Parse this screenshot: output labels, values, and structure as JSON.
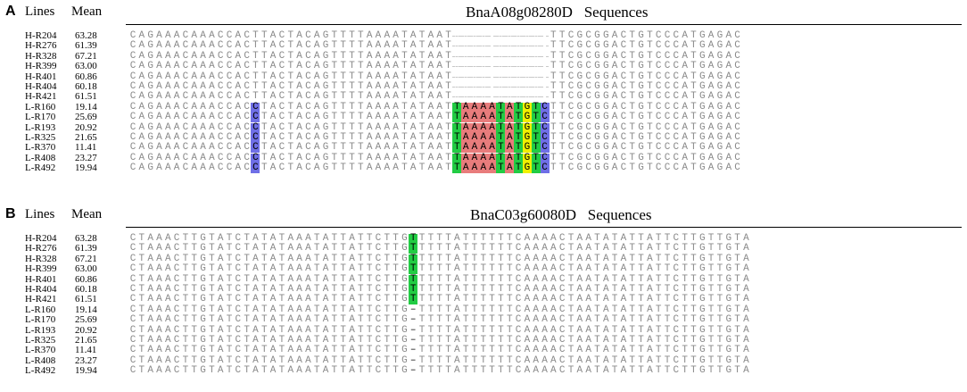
{
  "colors": {
    "A": "#e87c7c",
    "T": "#22cc44",
    "G": "#f0f000",
    "C": "#6f6fe6",
    "text": "#8a8a8a",
    "rule": "#000000"
  },
  "lines": [
    {
      "name": "H-R204",
      "mean": "63.28"
    },
    {
      "name": "H-R276",
      "mean": "61.39"
    },
    {
      "name": "H-R328",
      "mean": "67.21"
    },
    {
      "name": "H-R399",
      "mean": "63.00"
    },
    {
      "name": "H-R401",
      "mean": "60.86"
    },
    {
      "name": "H-R404",
      "mean": "60.18"
    },
    {
      "name": "H-R421",
      "mean": "61.51"
    },
    {
      "name": "L-R160",
      "mean": "19.14"
    },
    {
      "name": "L-R170",
      "mean": "25.69"
    },
    {
      "name": "L-R193",
      "mean": "20.92"
    },
    {
      "name": "L-R325",
      "mean": "21.65"
    },
    {
      "name": "L-R370",
      "mean": "11.41"
    },
    {
      "name": "L-R408",
      "mean": "23.27"
    },
    {
      "name": "L-R492",
      "mean": "19.94"
    }
  ],
  "panels": [
    {
      "letter": "A",
      "col_lines": "Lines",
      "col_mean": "Mean",
      "title": "BnaA08g08280D   Sequences",
      "sequences": [
        "CAGAAACAAACCACTTACTACAGTTTTAAAATATAAT-----------TTCGCGGACTGTCCCATGAGAC",
        "CAGAAACAAACCACTTACTACAGTTTTAAAATATAAT-----------TTCGCGGACTGTCCCATGAGAC",
        "CAGAAACAAACCACTTACTACAGTTTTAAAATATAAT-----------TTCGCGGACTGTCCCATGAGAC",
        "CAGAAACAAACCACTTACTACAGTTTTAAAATATAAT-----------TTCGCGGACTGTCCCATGAGAC",
        "CAGAAACAAACCACTTACTACAGTTTTAAAATATAAT-----------TTCGCGGACTGTCCCATGAGAC",
        "CAGAAACAAACCACTTACTACAGTTTTAAAATATAAT-----------TTCGCGGACTGTCCCATGAGAC",
        "CAGAAACAAACCACTTACTACAGTTTTAAAATATAAT-----------TTCGCGGACTGTCCCATGAGAC",
        "CAGAAACAAACCACCTACTACAGTTTTAAAATATAATTAAAATATGTCTTCGCGGACTGTCCCATGAGAC",
        "CAGAAACAAACCACCTACTACAGTTTTAAAATATAATTAAAATATGTCTTCGCGGACTGTCCCATGAGAC",
        "CAGAAACAAACCACCTACTACAGTTTTAAAATATAATTAAAATATGTCTTCGCGGACTGTCCCATGAGAC",
        "CAGAAACAAACCACCTACTACAGTTTTAAAATATAATTAAAATATGTCTTCGCGGACTGTCCCATGAGAC",
        "CAGAAACAAACCACCTACTACAGTTTTAAAATATAATTAAAATATGTCTTCGCGGACTGTCCCATGAGAC",
        "CAGAAACAAACCACCTACTACAGTTTTAAAATATAATTAAAATATGTCTTCGCGGACTGTCCCATGAGAC",
        "CAGAAACAAACCACCTACTACAGTTTTAAAATATAATTAAAATATGTCTTCGCGGACTGTCCCATGAGAC"
      ],
      "highlight_rows": [
        7,
        8,
        9,
        10,
        11,
        12,
        13
      ],
      "highlight_cols": [
        14,
        37,
        38,
        39,
        40,
        41,
        42,
        43,
        44,
        45,
        46,
        47
      ]
    },
    {
      "letter": "B",
      "col_lines": "Lines",
      "col_mean": "Mean",
      "title": "BnaC03g60080D   Sequences",
      "sequences": [
        "CTAAACTTGTATCTATATAAATATTATTCTTGTTTTTATTTTTTCAAAACTAATATATTATTCTTGTTGTA",
        "CTAAACTTGTATCTATATAAATATTATTCTTGTTTTTATTTTTTCAAAACTAATATATTATTCTTGTTGTA",
        "CTAAACTTGTATCTATATAAATATTATTCTTGTTTTTATTTTTTCAAAACTAATATATTATTCTTGTTGTA",
        "CTAAACTTGTATCTATATAAATATTATTCTTGTTTTTATTTTTTCAAAACTAATATATTATTCTTGTTGTA",
        "CTAAACTTGTATCTATATAAATATTATTCTTGTTTTTATTTTTTCAAAACTAATATATTATTCTTGTTGTA",
        "CTAAACTTGTATCTATATAAATATTATTCTTGTTTTTATTTTTTCAAAACTAATATATTATTCTTGTTGTA",
        "CTAAACTTGTATCTATATAAATATTATTCTTGTTTTTATTTTTTCAAAACTAATATATTATTCTTGTTGTA",
        "CTAAACTTGTATCTATATAAATATTATTCTTG-TTTTATTTTTTCAAAACTAATATATTATTCTTGTTGTA",
        "CTAAACTTGTATCTATATAAATATTATTCTTG-TTTTATTTTTTCAAAACTAATATATTATTCTTGTTGTA",
        "CTAAACTTGTATCTATATAAATATTATTCTTG-TTTTATTTTTTCAAAACTAATATATTATTCTTGTTGTA",
        "CTAAACTTGTATCTATATAAATATTATTCTTG-TTTTATTTTTTCAAAACTAATATATTATTCTTGTTGTA",
        "CTAAACTTGTATCTATATAAATATTATTCTTG-TTTTATTTTTTCAAAACTAATATATTATTCTTGTTGTA",
        "CTAAACTTGTATCTATATAAATATTATTCTTG-TTTTATTTTTTCAAAACTAATATATTATTCTTGTTGTA",
        "CTAAACTTGTATCTATATAAATATTATTCTTG-TTTTATTTTTTCAAAACTAATATATTATTCTTGTTGTA"
      ],
      "highlight_rows": [
        0,
        1,
        2,
        3,
        4,
        5,
        6
      ],
      "highlight_cols": [
        32
      ]
    }
  ]
}
